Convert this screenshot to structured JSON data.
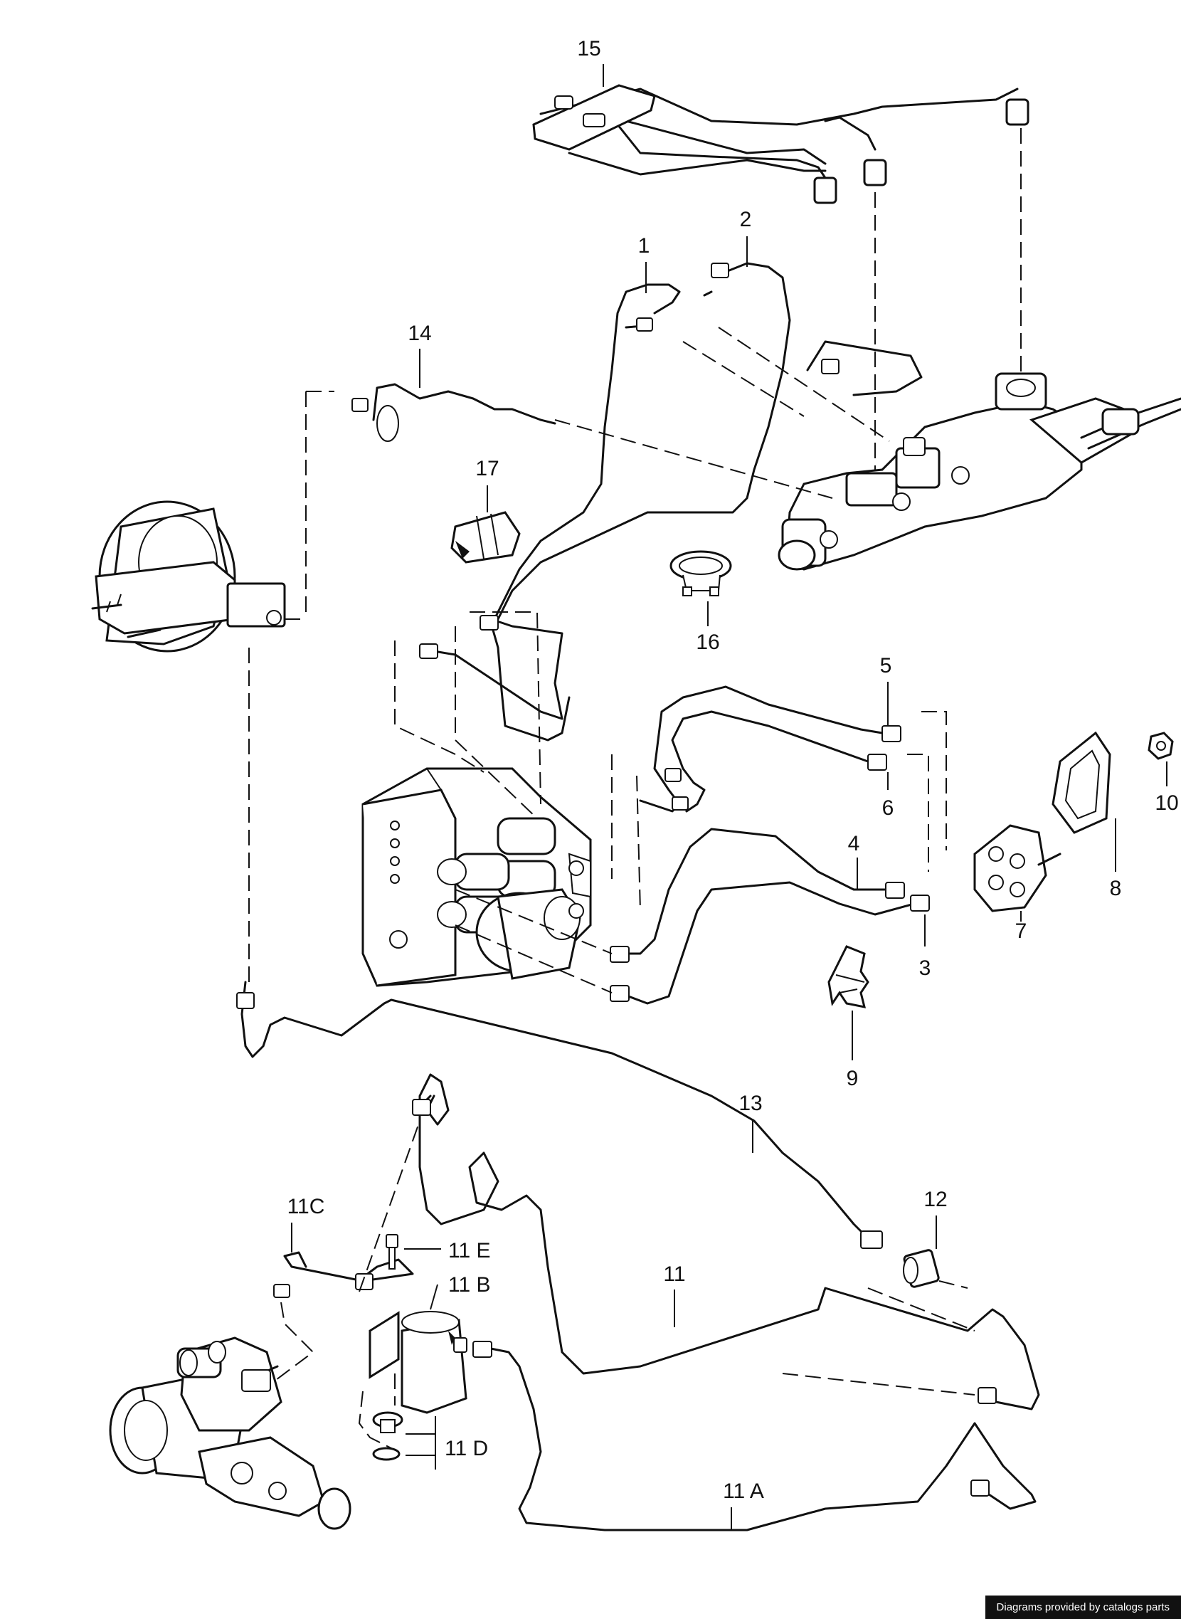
{
  "callouts": {
    "c1": "1",
    "c2": "2",
    "c3": "3",
    "c4": "4",
    "c5": "5",
    "c6": "6",
    "c7": "7",
    "c8": "8",
    "c9": "9",
    "c10": "10",
    "c11": "11",
    "c11A": "11 A",
    "c11B": "11 B",
    "c11C": "11C",
    "c11D": "11 D",
    "c11E": "11 E",
    "c12": "12",
    "c13": "13",
    "c14": "14",
    "c15": "15",
    "c16": "16",
    "c17": "17"
  },
  "credit": "Diagrams provided by catalogs parts"
}
